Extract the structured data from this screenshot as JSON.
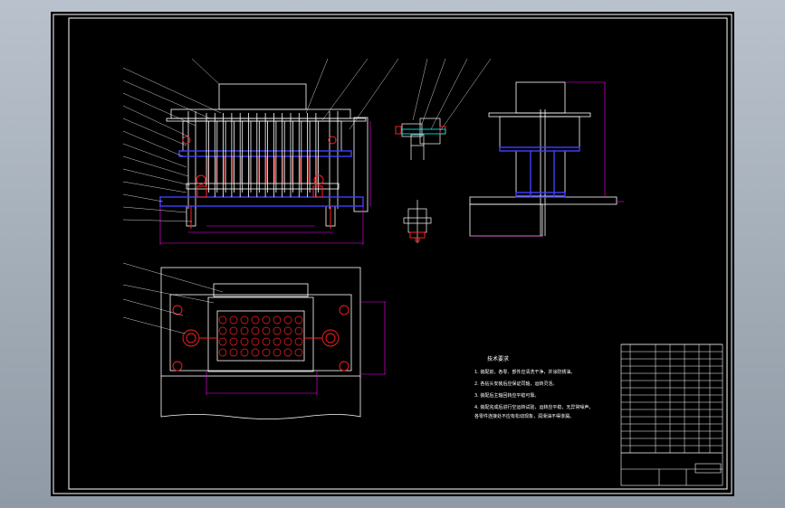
{
  "drawing": {
    "background_color": "#000000",
    "line_colors": {
      "frame": "#ffffff",
      "leader": "#ff00ff",
      "outline": "#ffffff",
      "hatch_blue": "#4040ff",
      "hole_red": "#ff2020",
      "centerline_red": "#ff3030",
      "cyan": "#00ffff"
    }
  },
  "notes": {
    "heading": "技术要求",
    "lines": [
      "1. 装配前，各零、部件应清洗干净，并涂防锈油。",
      "2. 各钻头安装后应保证同轴，运转灵活。",
      "3. 装配后主轴回转应平稳可靠。",
      "4. 装配完成后进行空运转试验，运转应平稳，无异常噪声，",
      "   各零件连接处不应有松动现象，润滑油不得渗漏。"
    ]
  }
}
